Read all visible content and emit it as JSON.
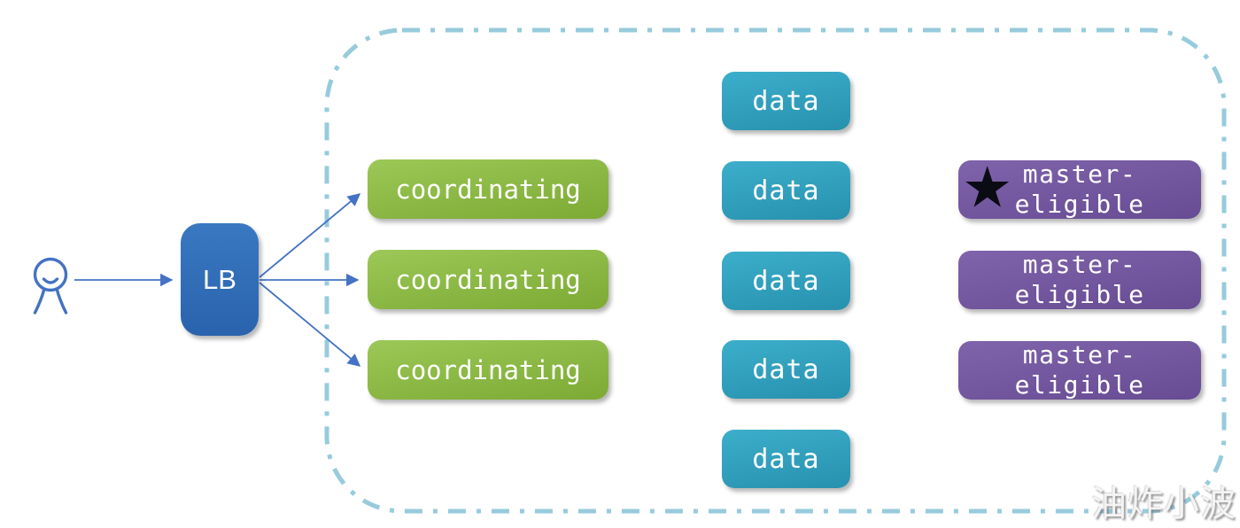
{
  "diagram": {
    "client": {
      "icon": "person-icon"
    },
    "load_balancer": {
      "label": "LB"
    },
    "cluster": {
      "coordinating_nodes": [
        {
          "label": "coordinating"
        },
        {
          "label": "coordinating"
        },
        {
          "label": "coordinating"
        }
      ],
      "data_nodes": [
        {
          "label": "data"
        },
        {
          "label": "data"
        },
        {
          "label": "data"
        },
        {
          "label": "data"
        },
        {
          "label": "data"
        }
      ],
      "master_nodes": [
        {
          "label": "master-\neligible",
          "star": true
        },
        {
          "label": "master-\neligible",
          "star": false
        },
        {
          "label": "master-\neligible",
          "star": false
        }
      ]
    },
    "star_glyph": "★"
  },
  "watermark": "油炸小波",
  "colors": {
    "lb_box": "#2E6DB4",
    "coordinating_box": "#8BBB44",
    "data_box": "#2FA3C0",
    "master_box": "#74579F",
    "cluster_border": "#97CBDC",
    "arrow": "#4472C4",
    "node_text": "#FFFFFF",
    "star_color": "#0B0B14"
  }
}
